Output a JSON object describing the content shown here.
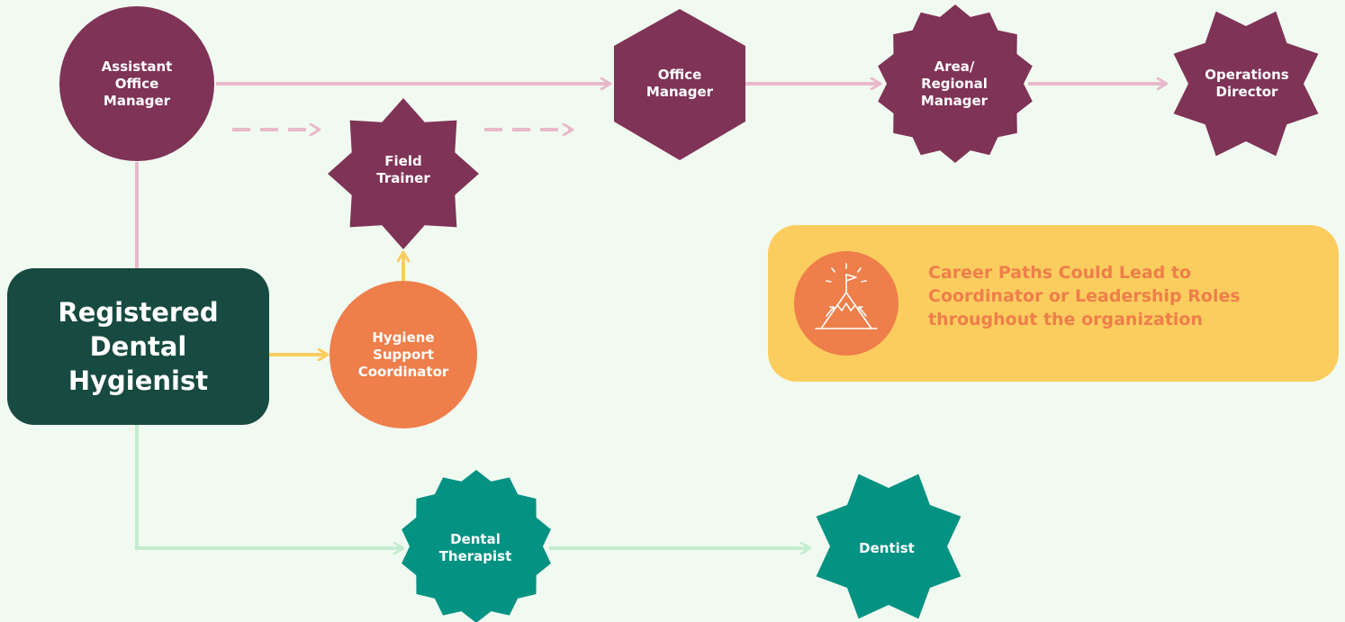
{
  "colors": {
    "background": "#f1faf1",
    "maroon": "#7f3356",
    "dark_green": "#174a40",
    "orange": "#ee7e4a",
    "teal": "#049283",
    "yellow": "#fbcd5e",
    "pink_line": "#e8b9ca",
    "green_line": "#c5ecd0",
    "yellow_line": "#fbcd5e"
  },
  "nodes": {
    "assistant_office_manager": "Assistant\nOffice\nManager",
    "office_manager": "Office\nManager",
    "area_regional_manager": "Area/\nRegional\nManager",
    "operations_director": "Operations\nDirector",
    "field_trainer": "Field\nTrainer",
    "registered_dental_hygienist": "Registered\nDental\nHygienist",
    "hygiene_support_coordinator": "Hygiene\nSupport\nCoordinator",
    "dental_therapist": "Dental\nTherapist",
    "dentist": "Dentist"
  },
  "callout": {
    "icon": "mountain-flag-icon",
    "text": "Career Paths Could Lead to\nCoordinator or Leadership Roles\nthroughout the organization"
  }
}
